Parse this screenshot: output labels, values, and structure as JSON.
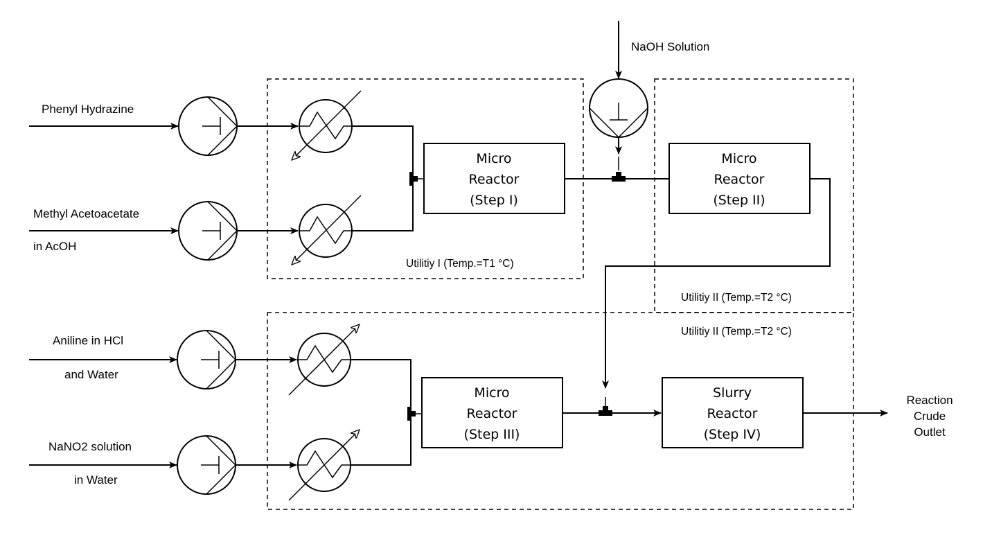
{
  "diagram": {
    "feeds": [
      {
        "line1": "Phenyl Hydrazine",
        "line2": ""
      },
      {
        "line1": "Methyl Acetoacetate",
        "line2": "in AcOH"
      },
      {
        "line1": "Aniline in HCl",
        "line2": "and Water"
      },
      {
        "line1": "NaNO2 solution",
        "line2": "in Water"
      }
    ],
    "naoh_feed": "NaOH Solution",
    "reactors": [
      {
        "line1": "Micro",
        "line2": "Reactor",
        "line3": "(Step I)"
      },
      {
        "line1": "Micro",
        "line2": "Reactor",
        "line3": "(Step II)"
      },
      {
        "line1": "Micro",
        "line2": "Reactor",
        "line3": "(Step III)"
      },
      {
        "line1": "Slurry",
        "line2": "Reactor",
        "line3": "(Step IV)"
      }
    ],
    "utilities": {
      "zone1": "Utilitiy I (Temp.=T1 °C)",
      "zone2": "Utilitiy II (Temp.=T2 °C)",
      "zone3": "Utilitiy II (Temp.=T2 °C)"
    },
    "outlet": {
      "line1": "Reaction",
      "line2": "Crude",
      "line3": "Outlet"
    }
  }
}
